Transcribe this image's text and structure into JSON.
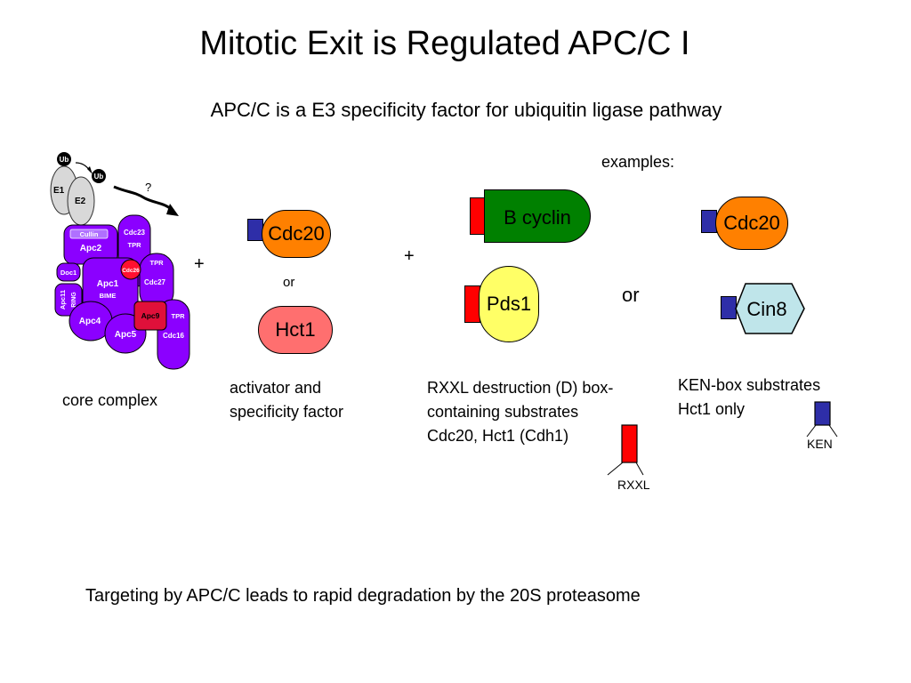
{
  "title": "Mitotic Exit is Regulated APC/C  I",
  "subtitle": "APC/C is a E3 specificity factor for ubiquitin ligase pathway",
  "examples_label": "examples:",
  "core": {
    "caption": "core complex",
    "question_mark": "?",
    "plus": "+",
    "labels": {
      "ub": "Ub",
      "e1": "E1",
      "e2": "E2",
      "cullin": "Cullin",
      "apc2": "Apc2",
      "cdc23": "Cdc23",
      "tpr": "TPR",
      "doc1": "Doc1",
      "apc1": "Apc1",
      "cdc26": "Cdc26",
      "cdc27": "Cdc27",
      "apc11": "Apc11",
      "ring": "RING",
      "bime": "BIME",
      "apc4": "Apc4",
      "apc5": "Apc5",
      "apc9": "Apc9",
      "cdc16": "Cdc16"
    }
  },
  "activator": {
    "cdc20": "Cdc20",
    "or": "or",
    "hct1": "Hct1",
    "caption_line1": "activator and",
    "caption_line2": "specificity factor"
  },
  "plus2": "+",
  "dbox": {
    "b_cyclin": "B cyclin",
    "pds1": "Pds1",
    "caption_line1": "RXXL destruction (D) box-",
    "caption_line2": "containing substrates",
    "caption_line3": "Cdc20, Hct1 (Cdh1)",
    "motif": "RXXL"
  },
  "or_middle": "or",
  "ken": {
    "cdc20": "Cdc20",
    "cin8": "Cin8",
    "caption_line1": "KEN-box substrates",
    "caption_line2": "Hct1 only",
    "motif": "KEN"
  },
  "footer": "Targeting by APC/C leads to rapid degradation by the 20S proteasome",
  "colors": {
    "purple": "#8b00ff",
    "grey": "#d8d8d8",
    "red": "#ff0000",
    "apc9_red": "#e0103a",
    "orange": "#ff8000",
    "salmon": "#ff6f6f",
    "green": "#008000",
    "yellow": "#ffff66",
    "navy": "#2e2ea8",
    "cyan": "#bfe5ea"
  }
}
